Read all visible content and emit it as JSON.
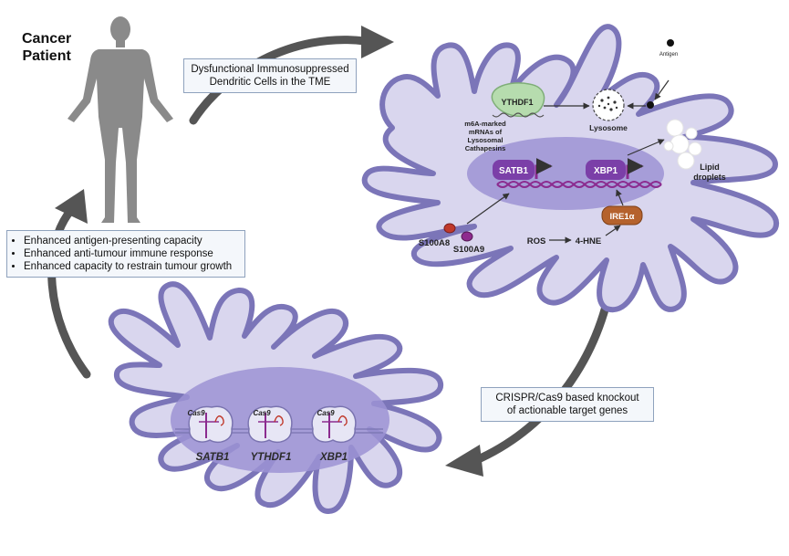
{
  "patient": {
    "line1": "Cancer",
    "line2": "Patient"
  },
  "boxes": {
    "top": {
      "line1": "Dysfunctional Immunosuppressed",
      "line2": "Dendritic Cells in the TME"
    },
    "left": {
      "items": [
        "Enhanced antigen-presenting capacity",
        "Enhanced anti-tumour immune response",
        "Enhanced capacity to restrain tumour growth"
      ]
    },
    "right": {
      "line1": "CRISPR/Cas9 based knockout",
      "line2": "of actionable target genes"
    }
  },
  "dysfunctional_cell": {
    "ythdf1": "YTHDF1",
    "mrna": [
      "m6A-marked",
      "mRNAs of",
      "Lysosomal",
      "Cathapesins"
    ],
    "lysosome": "Lysosome",
    "antigen": "Antigen",
    "satb1": "SATB1",
    "xbp1": "XBP1",
    "lipid": [
      "Lipid",
      "droplets"
    ],
    "s100a8": "S100A8",
    "s100a9": "S100A9",
    "ros": "ROS",
    "hne": "4-HNE",
    "ire1a": "IRE1α"
  },
  "edited_cell": {
    "cas9": "Cas9",
    "genes": [
      "SATB1",
      "YTHDF1",
      "XBP1"
    ]
  },
  "colors": {
    "cell_fill": "#d9d6ee",
    "cell_stroke": "#7b75b8",
    "nucleus": "#9c93d4",
    "gene_label": "#6e2f8e",
    "cycle_arrow": "#555555"
  }
}
